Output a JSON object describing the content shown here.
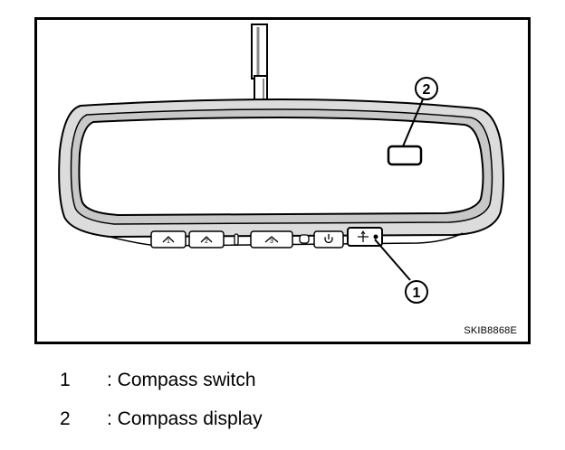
{
  "figure": {
    "id": "SKIB8868E",
    "callouts": [
      {
        "number": "1",
        "target": "compass-switch"
      },
      {
        "number": "2",
        "target": "compass-display"
      }
    ],
    "buttons": [
      {
        "icon": "homelink-1-icon"
      },
      {
        "icon": "homelink-2-icon"
      },
      {
        "icon": "homelink-3-icon"
      },
      {
        "icon": "power-icon"
      },
      {
        "icon": "compass-icon"
      }
    ]
  },
  "legend": [
    {
      "number": "1",
      "text": ": Compass switch"
    },
    {
      "number": "2",
      "text": ": Compass display"
    }
  ]
}
